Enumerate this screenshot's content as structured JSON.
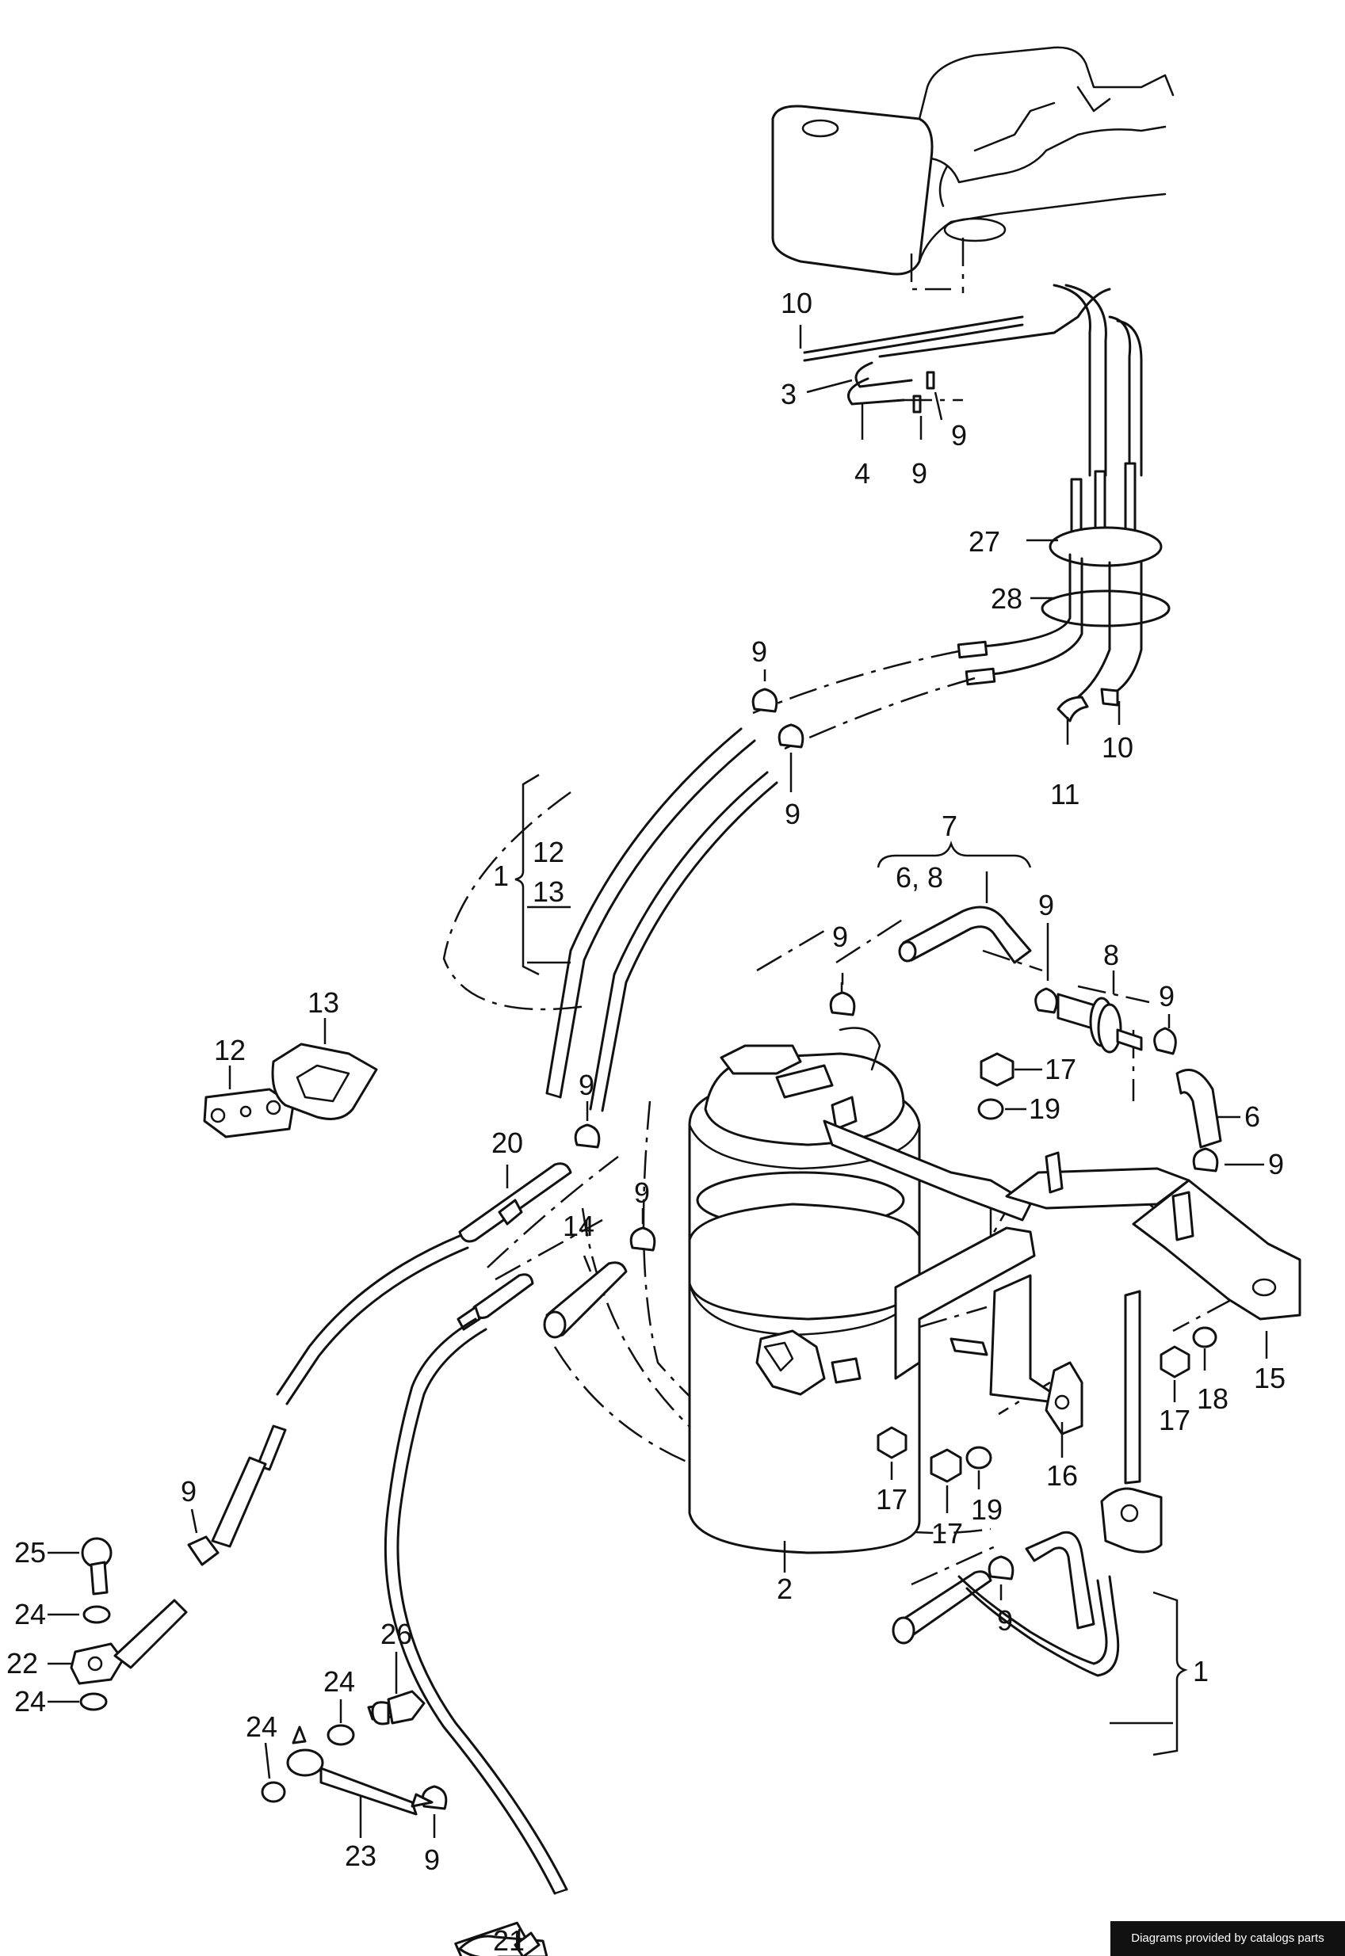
{
  "callouts": [
    {
      "id": "c10a",
      "text": "10"
    },
    {
      "id": "c3",
      "text": "3"
    },
    {
      "id": "c4",
      "text": "4"
    },
    {
      "id": "c9a",
      "text": "9"
    },
    {
      "id": "c9b",
      "text": "9"
    },
    {
      "id": "c27",
      "text": "27"
    },
    {
      "id": "c28",
      "text": "28"
    },
    {
      "id": "c9c",
      "text": "9"
    },
    {
      "id": "c9d",
      "text": "9"
    },
    {
      "id": "c10b",
      "text": "10"
    },
    {
      "id": "c11",
      "text": "11"
    },
    {
      "id": "c1a",
      "text": "1"
    },
    {
      "id": "c12a",
      "text": "12"
    },
    {
      "id": "c13a",
      "text": "13"
    },
    {
      "id": "c7",
      "text": "7"
    },
    {
      "id": "c68",
      "text": "6,  8"
    },
    {
      "id": "c9e",
      "text": "9"
    },
    {
      "id": "c9f",
      "text": "9"
    },
    {
      "id": "c8",
      "text": "8"
    },
    {
      "id": "c9g",
      "text": "9"
    },
    {
      "id": "c13b",
      "text": "13"
    },
    {
      "id": "c12b",
      "text": "12"
    },
    {
      "id": "c17a",
      "text": "17"
    },
    {
      "id": "c19a",
      "text": "19"
    },
    {
      "id": "c6",
      "text": "6"
    },
    {
      "id": "c9h",
      "text": "9"
    },
    {
      "id": "c9i",
      "text": "9"
    },
    {
      "id": "c20",
      "text": "20"
    },
    {
      "id": "c9j",
      "text": "9"
    },
    {
      "id": "c14",
      "text": "14"
    },
    {
      "id": "c15",
      "text": "15"
    },
    {
      "id": "c17b",
      "text": "17"
    },
    {
      "id": "c18",
      "text": "18"
    },
    {
      "id": "c16",
      "text": "16"
    },
    {
      "id": "c17c",
      "text": "17"
    },
    {
      "id": "c17d",
      "text": "17"
    },
    {
      "id": "c19b",
      "text": "19"
    },
    {
      "id": "c9k",
      "text": "9"
    },
    {
      "id": "c25",
      "text": "25"
    },
    {
      "id": "c24a",
      "text": "24"
    },
    {
      "id": "c22",
      "text": "22"
    },
    {
      "id": "c24b",
      "text": "24"
    },
    {
      "id": "c2",
      "text": "2"
    },
    {
      "id": "c9l",
      "text": "9"
    },
    {
      "id": "c1b",
      "text": "1"
    },
    {
      "id": "c26",
      "text": "26"
    },
    {
      "id": "c24c",
      "text": "24"
    },
    {
      "id": "c24d",
      "text": "24"
    },
    {
      "id": "c23",
      "text": "23"
    },
    {
      "id": "c9m",
      "text": "9"
    },
    {
      "id": "c21",
      "text": "21"
    }
  ],
  "credit": "Diagrams provided by catalogs parts"
}
